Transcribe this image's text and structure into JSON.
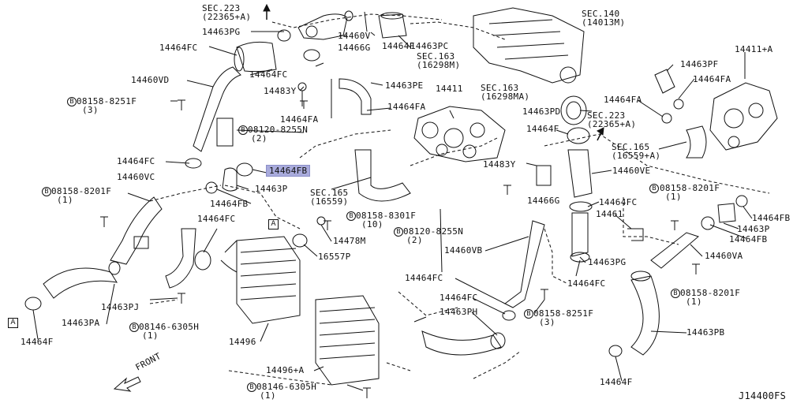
{
  "diagram_code": "J14400FS",
  "front_label": "FRONT",
  "ref_markers": [
    "A",
    "A"
  ],
  "accent_color": "#a9abdc",
  "labels": {
    "sec223_top": "SEC.223",
    "sec223_top_sub": "(22365+A)",
    "sec140": "SEC.140",
    "sec140_sub": "(14013M)",
    "sec163_a": "SEC.163",
    "sec163_a_sub": "(16298M)",
    "sec163_b": "SEC.163",
    "sec163_b_sub": "(16298MA)",
    "sec223_r": "SEC.223",
    "sec223_r_sub": "(22365+A)",
    "sec165_r": "SEC.165",
    "sec165_r_sub": "(16559+A)",
    "sec165_c": "SEC.165",
    "sec165_c_sub": "(16559)",
    "p14463pg_top": "14463PG",
    "p14460v": "14460V",
    "p14464f_top": "14464F",
    "p14463pc": "14463PC",
    "p14464fc_tl": "14464FC",
    "p14464fc_t2": "14464FC",
    "p14466g_top": "14466G",
    "p14460vd": "14460VD",
    "p14483y_l": "14483Y",
    "p14463pe": "14463PE",
    "p14411": "14411",
    "p14411a": "14411+A",
    "p14463pf": "14463PF",
    "p14464fa_r": "14464FA",
    "p14464fa_r2": "14464FA",
    "p14464fa_c": "14464FA",
    "p14464fa_c2": "14464FA",
    "bolt08158_8251f_l": "08158-8251F",
    "bolt08158_8251f_l_q": "(3)",
    "bolt08120_8255n_t": "08120-8255N",
    "bolt08120_8255n_t_q": "(2)",
    "p14463pd": "14463PD",
    "p14464f_c": "14464F",
    "p14464fc_l": "14464FC",
    "p14464fb_hl": "14464FB",
    "p14460vc": "14460VC",
    "p14463p_l": "14463P",
    "p14464fb_l": "14464FB",
    "p14483y_r": "14483Y",
    "p14460ve": "14460VE",
    "bolt08158_8201f_l": "08158-8201F",
    "bolt08158_8201f_l_q": "(1)",
    "p14464fc_m": "14464FC",
    "bolt08158_8301f": "08158-8301F",
    "bolt08158_8301f_q": "(10)",
    "p14466g_r": "14466G",
    "p14464fc_r": "14464FC",
    "bolt08158_8201f_r": "08158-8201F",
    "bolt08158_8201f_r_q": "(1)",
    "p14461": "14461",
    "p14464fb_r": "14464FB",
    "p14463p_r": "14463P",
    "p14464fb_r2": "14464FB",
    "p14478m": "14478M",
    "bolt08120_8255n_c": "08120-8255N",
    "bolt08120_8255n_c_q": "(2)",
    "p16557p": "16557P",
    "p14460vb": "14460VB",
    "p14463pg_r": "14463PG",
    "p14460va": "14460VA",
    "p14464fc_c": "14464FC",
    "p14464fc_c2": "14464FC",
    "p14464fc_c3": "14464FC",
    "bolt08158_8201f_r2": "08158-8201F",
    "bolt08158_8201f_r2_q": "(1)",
    "p14463pj": "14463PJ",
    "p14463pa": "14463PA",
    "bolt08146_6305h_l": "08146-6305H",
    "bolt08146_6305h_l_q": "(1)",
    "p14463ph": "14463PH",
    "bolt08158_8251f_c": "08158-8251F",
    "bolt08158_8251f_c_q": "(3)",
    "p14464f_l": "14464F",
    "p14496": "14496",
    "p14463pb": "14463PB",
    "p14496a": "14496+A",
    "bolt08146_6305h_b": "08146-6305H",
    "bolt08146_6305h_b_q": "(1)",
    "p14464f_b": "14464F"
  },
  "bolt_symbol": "B"
}
